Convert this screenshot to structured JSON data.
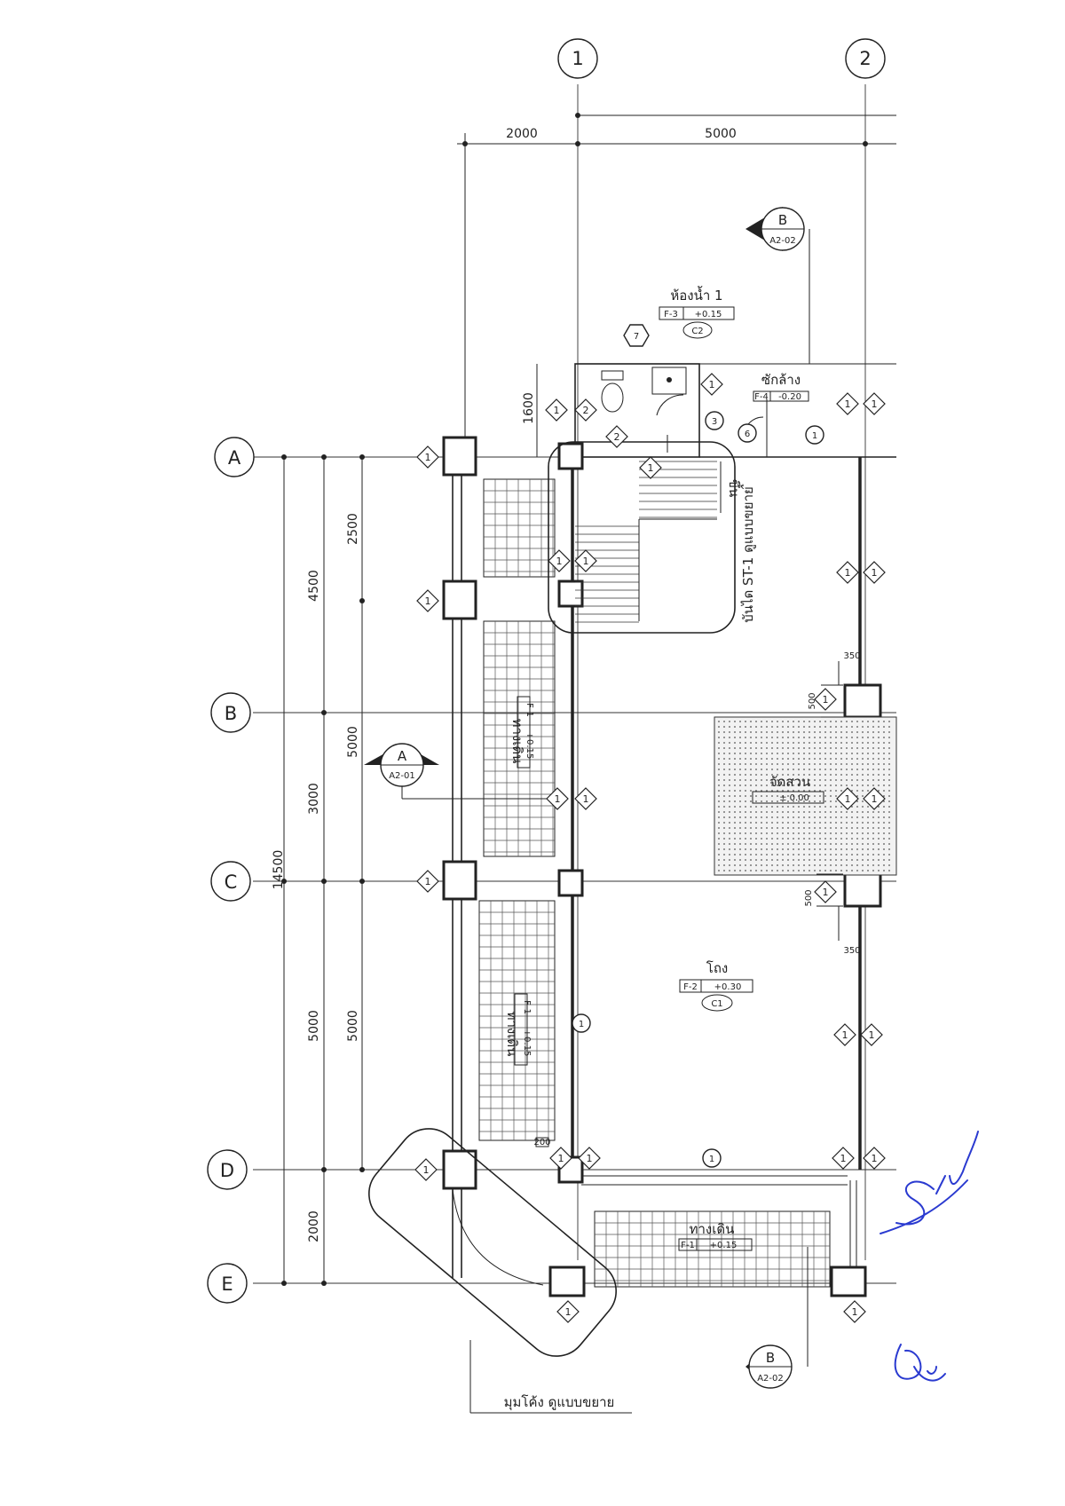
{
  "grid_axes": {
    "columns": [
      "1",
      "2"
    ],
    "rows": [
      "A",
      "B",
      "C",
      "D",
      "E"
    ]
  },
  "dimensions": {
    "top": [
      "2000",
      "5000"
    ],
    "left_outer": [
      "14500"
    ],
    "left_mid": [
      "4500",
      "3000",
      "5000",
      "2000"
    ],
    "left_inner": [
      "2500",
      "5000",
      "5000"
    ],
    "bathroom_depth": "1600",
    "column_small": [
      "350",
      "500",
      "500",
      "350"
    ]
  },
  "rooms": {
    "bathroom": {
      "name": "ห้องน้ำ 1",
      "floor_code": "F-3",
      "level": "+0.15",
      "ceiling": "C2"
    },
    "laundry": {
      "name": "ซักล้าง",
      "floor_code": "F-4",
      "level": "-0.20"
    },
    "garden": {
      "name": "จัดสวน",
      "level": "± 0.00"
    },
    "hall": {
      "name": "โถง",
      "floor_code": "F-2",
      "level": "+0.30",
      "ceiling": "C1"
    },
    "walkway_1": {
      "name": "ทางเดิน",
      "floor_code": "F-1",
      "level": "+0.15"
    },
    "walkway_2": {
      "name": "ทางเดิน",
      "floor_code": "F-1",
      "level": "+0.15"
    },
    "walkway_3": {
      "name": "ทางเดิน",
      "floor_code": "F-1",
      "level": "+0.15"
    }
  },
  "notes": {
    "stair": "บันได ST-1 ดูแบบขยาย",
    "up": "ขึ้น",
    "corner": "มุมโค้ง ดูแบบขยาย"
  },
  "section_markers": [
    {
      "letter": "B",
      "sheet": "A2-02"
    },
    {
      "letter": "A",
      "sheet": "A2-01"
    },
    {
      "letter": "B",
      "sheet": "A2-02"
    }
  ],
  "tags": {
    "diamond": "1",
    "diamond_alt": "2",
    "circle_1": "1",
    "circle_3": "3",
    "circle_6": "6",
    "hex_7": "7",
    "small_label": "200"
  },
  "signature_colors": {
    "ink": "#2a3ad0"
  }
}
